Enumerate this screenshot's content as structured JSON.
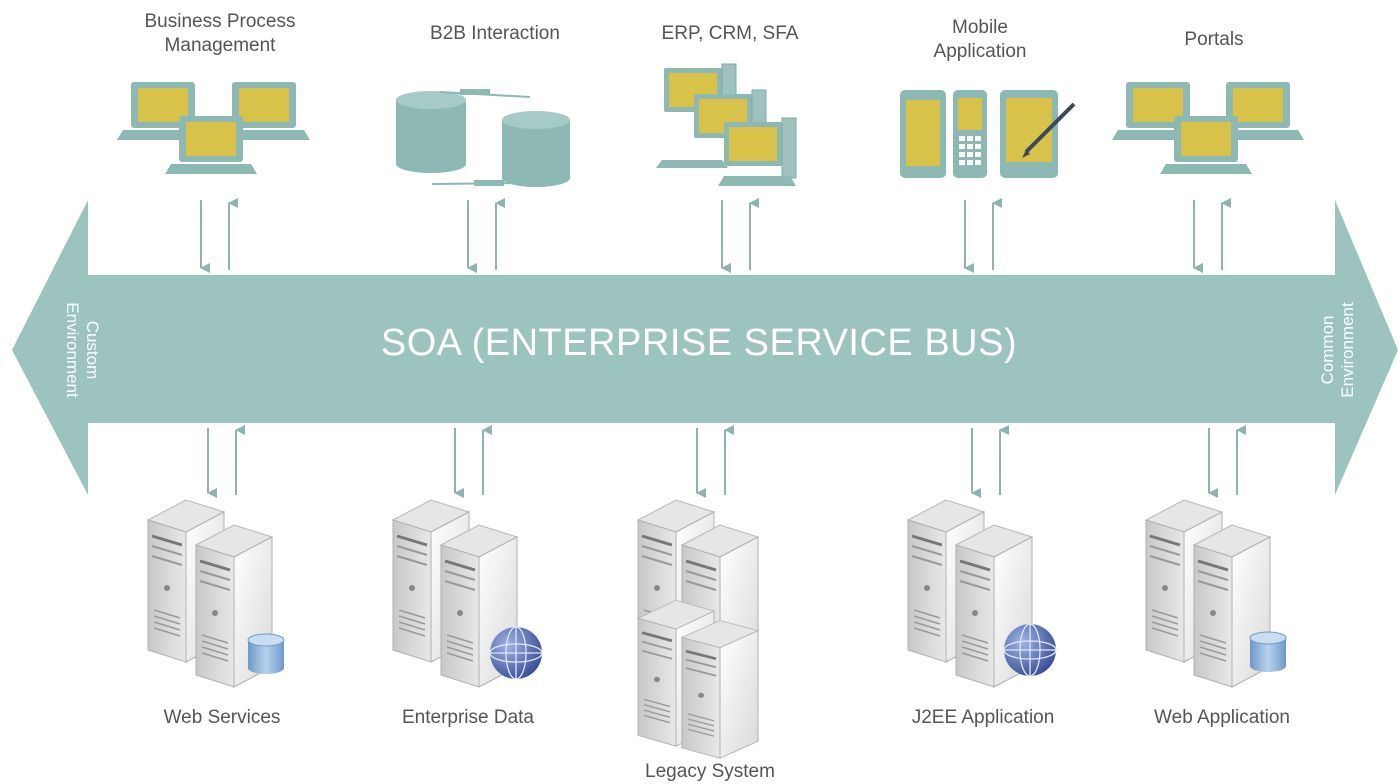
{
  "bus": {
    "title": "SOA (ENTERPRISE SERVICE BUS)",
    "left_label": "Custom\nEnvironment",
    "right_label": "Common\nEnvironment"
  },
  "top_nodes": [
    {
      "label": "Business Process\nManagement",
      "icon": "laptops-icon"
    },
    {
      "label": "B2B Interaction",
      "icon": "databases-icon"
    },
    {
      "label": "ERP, CRM, SFA",
      "icon": "desktops-icon"
    },
    {
      "label": "Mobile\nApplication",
      "icon": "mobile-devices-icon"
    },
    {
      "label": "Portals",
      "icon": "laptops-icon"
    }
  ],
  "bottom_nodes": [
    {
      "label": "Web Services",
      "icon": "server-database-icon"
    },
    {
      "label": "Enterprise Data",
      "icon": "server-globe-icon"
    },
    {
      "label": "Legacy System",
      "icon": "server-stack-icon"
    },
    {
      "label": "J2EE Application",
      "icon": "server-globe-icon"
    },
    {
      "label": "Web Application",
      "icon": "server-database-icon"
    }
  ],
  "colors": {
    "bus": "#9dc3bf",
    "device": "#8db8b4",
    "screen": "#d8c24a",
    "arrow": "#8fb4b0",
    "server_light": "#f2f2f2",
    "server_dark": "#bfbfbf",
    "db": "#8fb4d8",
    "globe": "#4a63a8"
  }
}
